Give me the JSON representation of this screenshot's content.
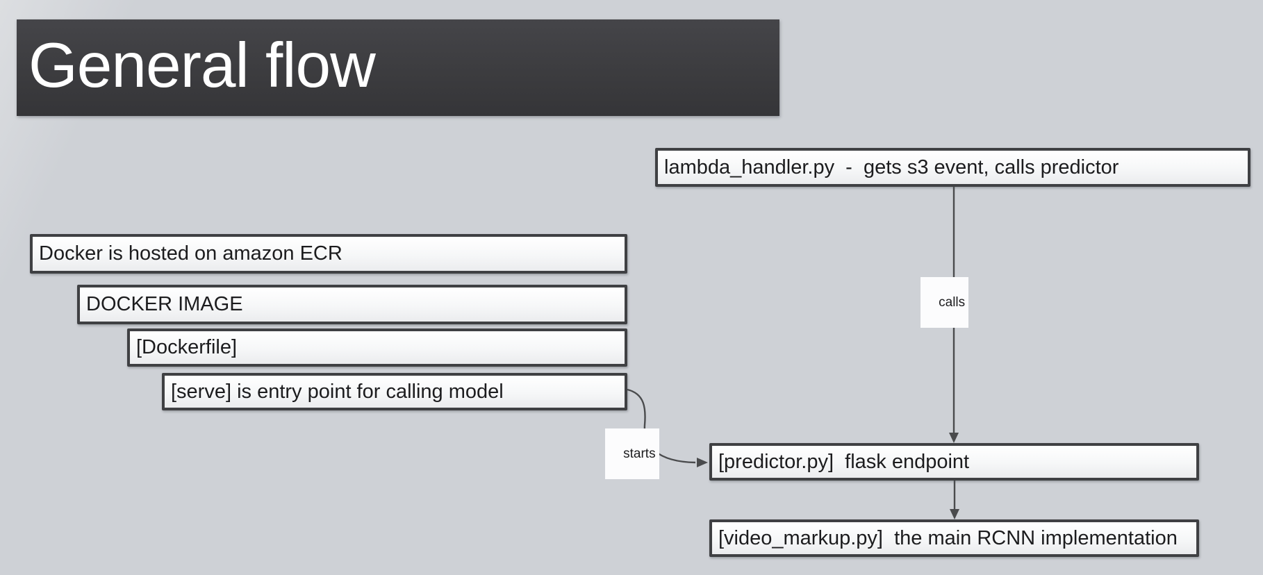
{
  "slide": {
    "title": "General flow"
  },
  "nodes": [
    {
      "id": "lambda-handler",
      "label": "lambda_handler.py  -  gets s3 event, calls predictor"
    },
    {
      "id": "docker-ecr",
      "label": "Docker is hosted on amazon ECR"
    },
    {
      "id": "docker-image",
      "label": "DOCKER IMAGE"
    },
    {
      "id": "dockerfile",
      "label": "[Dockerfile]"
    },
    {
      "id": "serve",
      "label": "[serve] is entry point for calling model"
    },
    {
      "id": "predictor",
      "label": "[predictor.py]  flask endpoint"
    },
    {
      "id": "video-markup",
      "label": "[video_markup.py]  the main RCNN implementation"
    }
  ],
  "edges": [
    {
      "from": "lambda-handler",
      "to": "predictor",
      "label": "calls"
    },
    {
      "from": "serve",
      "to": "predictor",
      "label": "starts"
    },
    {
      "from": "predictor",
      "to": "video-markup",
      "label": ""
    }
  ],
  "colors": {
    "background": "#ced1d6",
    "title-bar": "#3c3c3f",
    "title-text": "#ffffff",
    "node-border": "#3f4043",
    "node-fill-top": "#ffffff",
    "node-fill-bottom": "#ebecee",
    "node-text": "#1c1c1e",
    "arrow": "#4a4b4d",
    "label-bg": "#fcfcfd"
  }
}
